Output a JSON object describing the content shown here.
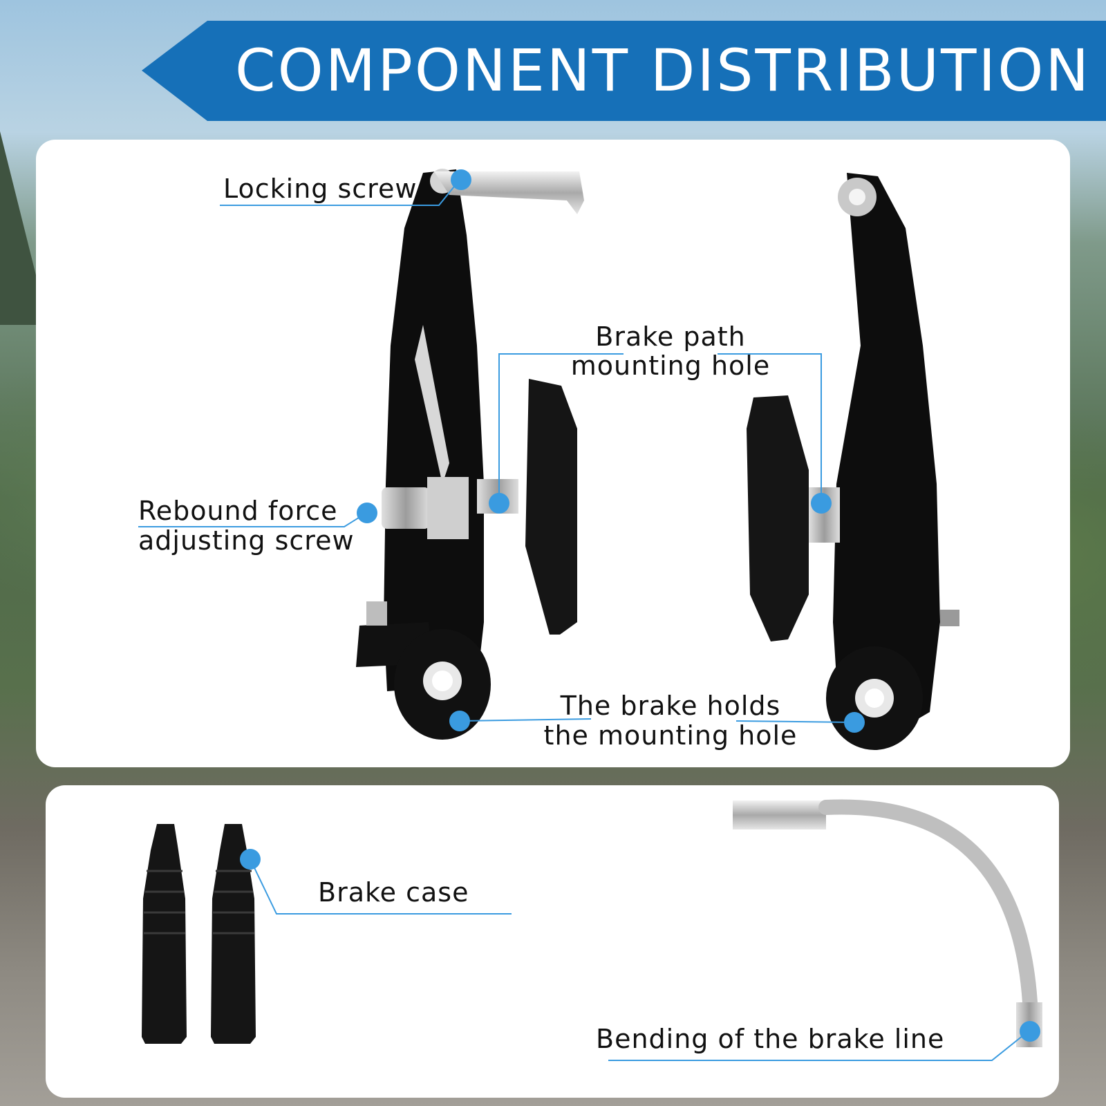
{
  "banner": {
    "title": "COMPONENT DISTRIBUTION",
    "color": "#1670b8"
  },
  "accent_color": "#3a9be0",
  "labels": {
    "locking_screw": "Locking screw",
    "brake_path_line1": "Brake path",
    "brake_path_line2": "mounting hole",
    "rebound_line1": "Rebound force",
    "rebound_line2": "adjusting screw",
    "holds_line1": "The brake holds",
    "holds_line2": "the mounting hole",
    "brake_case": "Brake case",
    "bending": "Bending of the brake line"
  }
}
